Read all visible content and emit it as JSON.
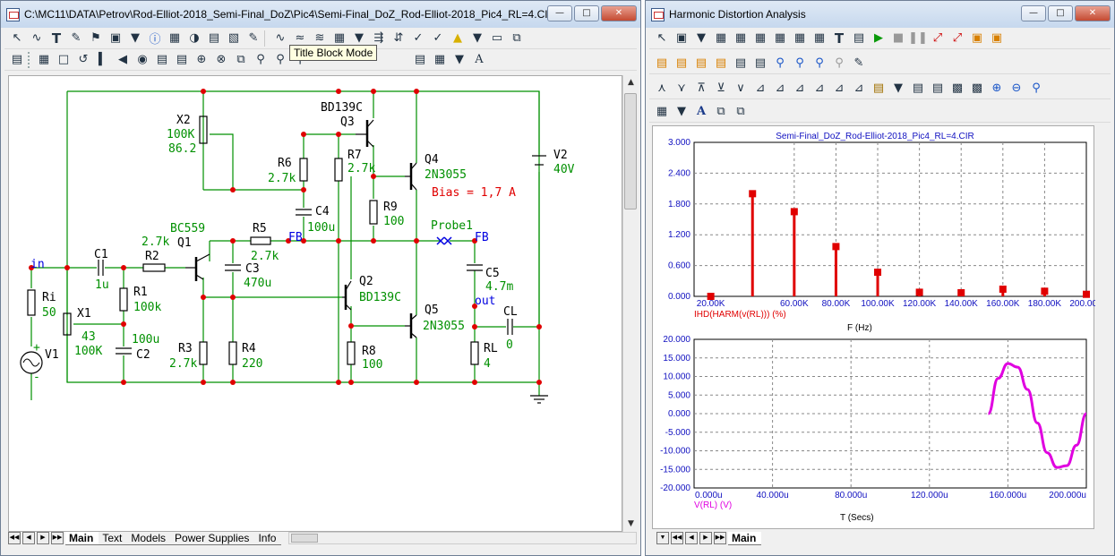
{
  "left_window": {
    "title": "C:\\MC11\\DATA\\Petrov\\Rod-Elliot-2018_Semi-Final_DoZ\\Pic4\\Semi-Final_DoZ_Rod-Elliot-2018_Pic4_RL=4.CIR",
    "tooltip": "Title Block Mode",
    "tabs": [
      "Main",
      "Text",
      "Models",
      "Power Supplies",
      "Info"
    ]
  },
  "right_window": {
    "title": "Harmonic Distortion Analysis",
    "tabs": [
      "Main"
    ]
  },
  "schematic": {
    "components": [
      {
        "ref": "X2",
        "value": "100K",
        "extra": "86.2"
      },
      {
        "ref": "R6",
        "value": "2.7k"
      },
      {
        "ref": "C4",
        "value": "100u"
      },
      {
        "ref": "Q3",
        "value": "BD139C"
      },
      {
        "ref": "R7",
        "value": "2.7k"
      },
      {
        "ref": "Q4",
        "value": "2N3055"
      },
      {
        "ref": "R9",
        "value": "100"
      },
      {
        "ref": "V2",
        "value": "40V"
      },
      {
        "ref": "Q1",
        "value": "BC559"
      },
      {
        "ref": "R5",
        "value": "2.7k"
      },
      {
        "ref": "R2",
        "value": "2.7k"
      },
      {
        "ref": "C1",
        "value": "1u"
      },
      {
        "ref": "C3",
        "value": "470u"
      },
      {
        "ref": "R1",
        "value": "100k"
      },
      {
        "ref": "Ri",
        "value": "50"
      },
      {
        "ref": "X1",
        "value": "100K",
        "extra": "43"
      },
      {
        "ref": "C2",
        "value": "100u"
      },
      {
        "ref": "V1",
        "value": ""
      },
      {
        "ref": "R3",
        "value": "2.7k"
      },
      {
        "ref": "R4",
        "value": "220"
      },
      {
        "ref": "Q2",
        "value": "BD139C"
      },
      {
        "ref": "Q5",
        "value": "2N3055"
      },
      {
        "ref": "R8",
        "value": "100"
      },
      {
        "ref": "C5",
        "value": "4.7m"
      },
      {
        "ref": "RL",
        "value": "4"
      },
      {
        "ref": "CL",
        "value": "0"
      }
    ],
    "annotations": {
      "bias": "Bias = 1,7 A",
      "probe": "Probe1",
      "fb1": "FB",
      "fb2": "FB",
      "in": "in",
      "out": "out",
      "plus": "+",
      "minus": "-"
    }
  },
  "chart_data": [
    {
      "type": "bar",
      "title": "Semi-Final_DoZ_Rod-Elliot-2018_Pic4_RL=4.CIR",
      "xlabel": "F (Hz)",
      "ylabel": "",
      "legend": "IHD(HARM(v(RL))) (%)",
      "xlim": [
        12000,
        200000
      ],
      "ylim": [
        0,
        3
      ],
      "x_ticks": [
        "20.00K",
        "60.00K",
        "80.00K",
        "100.00K",
        "120.00K",
        "140.00K",
        "160.00K",
        "180.00K",
        "200.00K"
      ],
      "x_tick_values": [
        20000,
        60000,
        80000,
        100000,
        120000,
        140000,
        160000,
        180000,
        200000
      ],
      "y_ticks": [
        "0.000",
        "0.600",
        "1.200",
        "1.800",
        "2.400",
        "3.000"
      ],
      "x": [
        20000,
        40000,
        60000,
        80000,
        100000,
        120000,
        140000,
        160000,
        180000,
        200000
      ],
      "values": [
        0.0,
        2.0,
        1.65,
        0.97,
        0.47,
        0.08,
        0.07,
        0.14,
        0.1,
        0.04
      ],
      "color": "#e00000",
      "grid": true
    },
    {
      "type": "line",
      "xlabel": "T (Secs)",
      "ylabel": "",
      "legend": "V(RL) (V)",
      "xlim": [
        0,
        200
      ],
      "ylim": [
        -20,
        20
      ],
      "x_ticks": [
        "0.000u",
        "40.000u",
        "80.000u",
        "120.000u",
        "160.000u",
        "200.000u"
      ],
      "y_ticks": [
        "-20.000",
        "-15.000",
        "-10.000",
        "-5.000",
        "0.000",
        "5.000",
        "10.000",
        "15.000",
        "20.000"
      ],
      "series": [
        {
          "x": [
            150,
            155,
            160,
            165,
            170,
            175,
            180,
            185,
            190,
            195,
            200
          ],
          "values": [
            0.0,
            9.5,
            13.5,
            12.5,
            6.5,
            -2.5,
            -10.5,
            -14.5,
            -14.0,
            -8.5,
            0.0
          ]
        }
      ],
      "color": "#e000e0",
      "grid": true
    }
  ]
}
